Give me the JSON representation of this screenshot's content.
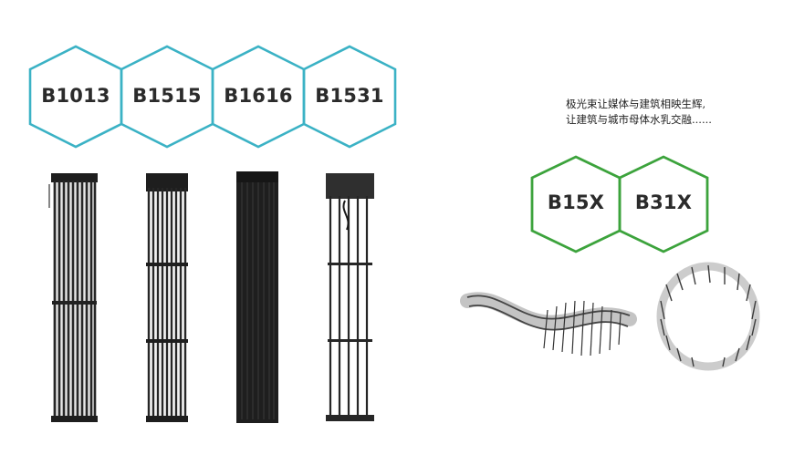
{
  "colors": {
    "hex_teal": "#3bb2c5",
    "hex_green": "#3ca33c",
    "panel_dark": "#1e1e1e",
    "panel_mid": "#2f2f2f"
  },
  "teal_models": [
    {
      "label": "B1013"
    },
    {
      "label": "B1515"
    },
    {
      "label": "B1616"
    },
    {
      "label": "B1531"
    }
  ],
  "green_models": [
    {
      "label": "B15X"
    },
    {
      "label": "B31X"
    }
  ],
  "tagline": {
    "line1": "极光束让媒体与建筑相映生辉,",
    "line2": "让建筑与城市母体水乳交融......"
  }
}
